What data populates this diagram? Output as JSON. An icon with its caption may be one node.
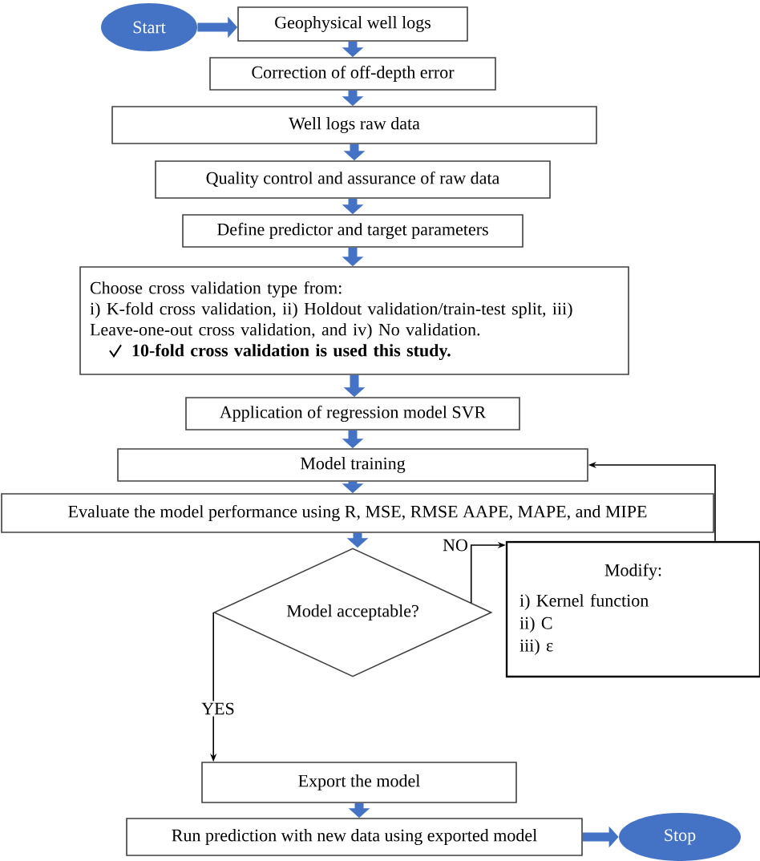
{
  "diagram": {
    "nodes": [
      {
        "text": [
          "Start"
        ]
      },
      {
        "text": [
          "Geophysical well logs"
        ]
      },
      {
        "text": [
          "Correction of off-depth error"
        ]
      },
      {
        "text": [
          "Well logs raw data"
        ]
      },
      {
        "text": [
          "Quality control and assurance of raw data"
        ]
      },
      {
        "text": [
          "Define predictor and target parameters"
        ]
      },
      {
        "text": [
          "Choose cross validation type from:",
          "i) K-fold cross validation, ii) Holdout validation/train-test split, iii) Leave-one-out cross validation, and iv) No validation.",
          "10-fold cross validation is used this study."
        ]
      },
      {
        "text": [
          "Application of regression model SVR"
        ]
      },
      {
        "text": [
          "Model training"
        ]
      },
      {
        "text": [
          "Evaluate the model performance using R, MSE, RMSE AAPE, MAPE, and MIPE"
        ]
      },
      {
        "text": [
          "Model acceptable?"
        ]
      },
      {
        "text": [
          "Modify:",
          "i) Kernel function",
          "ii) C",
          "iii) ε"
        ]
      },
      {
        "text": [
          "Export the model"
        ]
      },
      {
        "text": [
          "Run prediction with new data using exported model"
        ]
      },
      {
        "text": [
          "Stop"
        ]
      }
    ],
    "edges": [
      {
        "from": 0,
        "to": 1,
        "arrow": "to"
      },
      {
        "from": 1,
        "to": 2,
        "arrow": "to"
      },
      {
        "from": 2,
        "to": 3,
        "arrow": "to"
      },
      {
        "from": 3,
        "to": 4,
        "arrow": "to"
      },
      {
        "from": 4,
        "to": 5,
        "arrow": "to"
      },
      {
        "from": 5,
        "to": 6,
        "arrow": "to"
      },
      {
        "from": 6,
        "to": 7,
        "arrow": "to"
      },
      {
        "from": 7,
        "to": 8,
        "arrow": "to"
      },
      {
        "from": 8,
        "to": 9,
        "arrow": "to"
      },
      {
        "from": 9,
        "to": 10,
        "arrow": "to"
      },
      {
        "from": 10,
        "to": 11,
        "arrow": "to",
        "label": "NO",
        "color": "#000000"
      },
      {
        "from": 11,
        "to": 8,
        "arrow": "to",
        "color": "#000000"
      },
      {
        "from": 10,
        "to": 12,
        "arrow": "to",
        "label": "YES",
        "color": "#000000"
      },
      {
        "from": 12,
        "to": 13,
        "arrow": "to"
      },
      {
        "from": 13,
        "to": 14,
        "arrow": "to"
      }
    ]
  }
}
